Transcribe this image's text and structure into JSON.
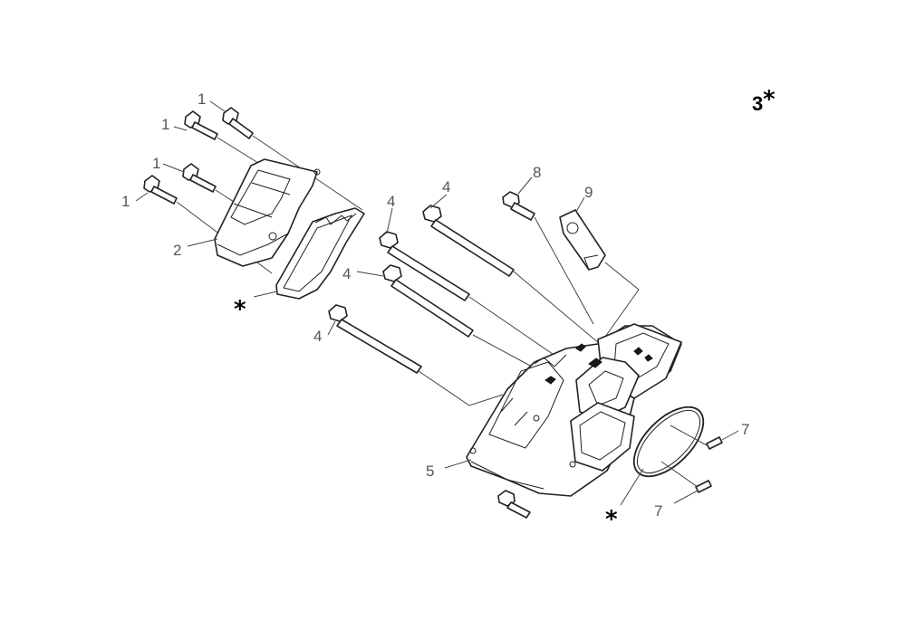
{
  "assembly_label": "3",
  "assembly_marker": "*",
  "gasket_marker": "*",
  "callouts": {
    "bolt_1": "1",
    "cover": "2",
    "bolt_4": "4",
    "housing": "5",
    "pin": "7",
    "bolt_8": "8",
    "bracket": "9"
  }
}
